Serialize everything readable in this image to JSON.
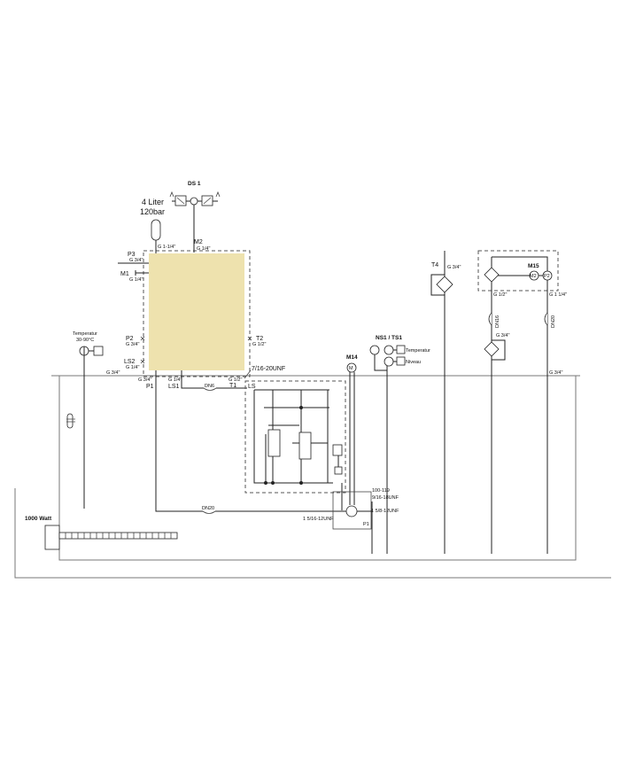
{
  "tank_fill_color": "#eee2ae",
  "ds1": {
    "label": "DS 1"
  },
  "accumulator": {
    "volume": "4 Liter",
    "pressure": "120bar"
  },
  "tank_ports": {
    "accumulator_port": "G 1-1/4\"",
    "m2": "M2",
    "m2_size": "G 1/4\"",
    "p3": "P3",
    "p3_size": "G 3/4\"",
    "m1": "M1",
    "m1_size": "G 1/4\"",
    "p2": "P2",
    "p2_size": "G 3/4\"",
    "t2": "T2",
    "t2_size": "G 1/2\"",
    "ls2": "LS2",
    "ls2_size": "G 1/4\"",
    "left_line_size": "G 3/4\"",
    "p1_size": "G 3/4\"",
    "p1": "P1",
    "ls1_size": "G 1/4\"",
    "ls1": "LS1",
    "t1_size": "G 1/2\"",
    "t1": "T1",
    "ls_thread": "7/16-20UNF",
    "ls": "LS"
  },
  "temperature_switch": {
    "label": "Temperatur",
    "range": "30-90°C"
  },
  "hoses": {
    "dn6": "DN6",
    "dn20_bottom": "DN20",
    "dn16": "DN16",
    "dn20_right": "DN20"
  },
  "heater": {
    "label": "1000 Watt"
  },
  "m14": {
    "label": "M14",
    "motor": "M",
    "thread_1": "100-119",
    "thread_2": "9/16-18UNF",
    "thread_3": "1 5/8-12UNF",
    "thread_4": "1 5/16-12UNF",
    "pump_port": "P1"
  },
  "ns1_ts1": {
    "label": "NS1 / TS1",
    "temperature": "Temperatur",
    "level": "Niveau"
  },
  "t4": {
    "label": "T4",
    "size": "G 3/4\""
  },
  "m15": {
    "label": "M15",
    "motor": "M2",
    "pump": "P2",
    "size_left": "G 1/2\"",
    "size_right": "G 1 1/4\"",
    "filter_size": "G 3/4\"",
    "return_size": "G 3/4\""
  }
}
